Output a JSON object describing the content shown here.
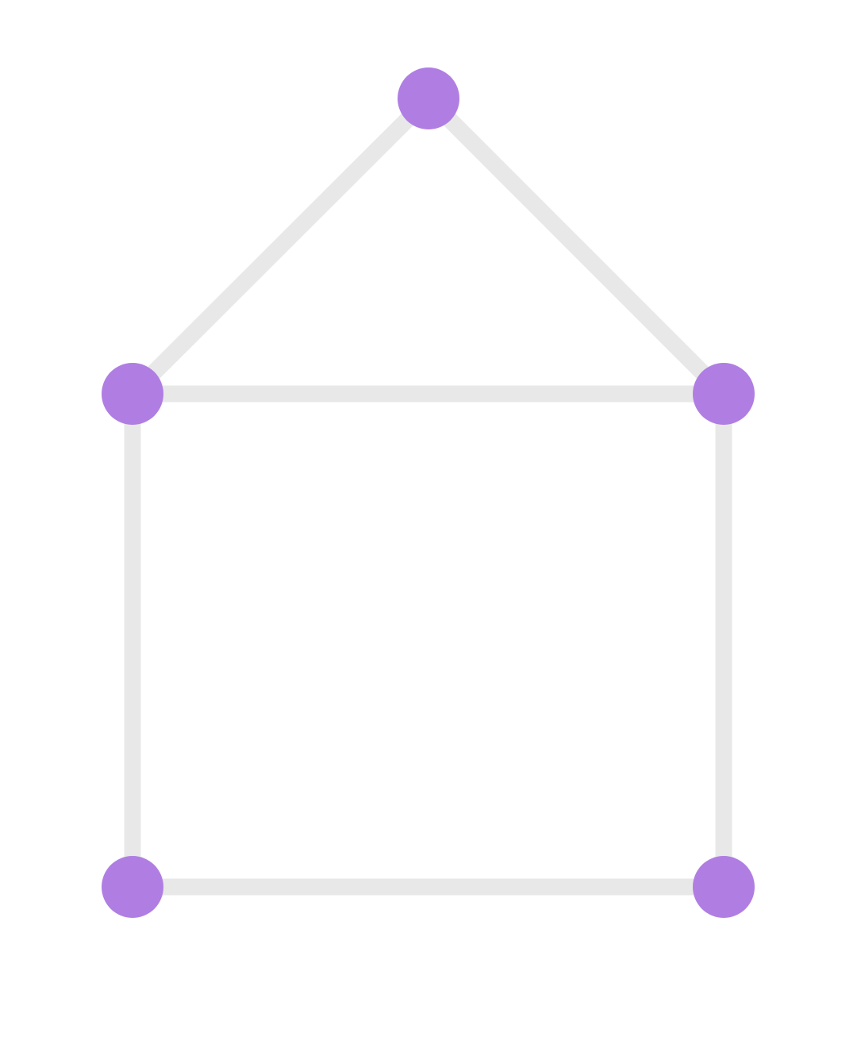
{
  "diagram": {
    "type": "graph",
    "shape": "house",
    "colors": {
      "background": "#ffffff",
      "node": "#b07ee2",
      "edge": "#e8e8e8"
    },
    "nodes": [
      {
        "id": "apex"
      },
      {
        "id": "upper-left"
      },
      {
        "id": "upper-right"
      },
      {
        "id": "lower-left"
      },
      {
        "id": "lower-right"
      }
    ],
    "edges": [
      {
        "from": "apex",
        "to": "upper-left"
      },
      {
        "from": "apex",
        "to": "upper-right"
      },
      {
        "from": "upper-left",
        "to": "upper-right"
      },
      {
        "from": "upper-left",
        "to": "lower-left"
      },
      {
        "from": "upper-right",
        "to": "lower-right"
      },
      {
        "from": "lower-left",
        "to": "lower-right"
      }
    ]
  }
}
